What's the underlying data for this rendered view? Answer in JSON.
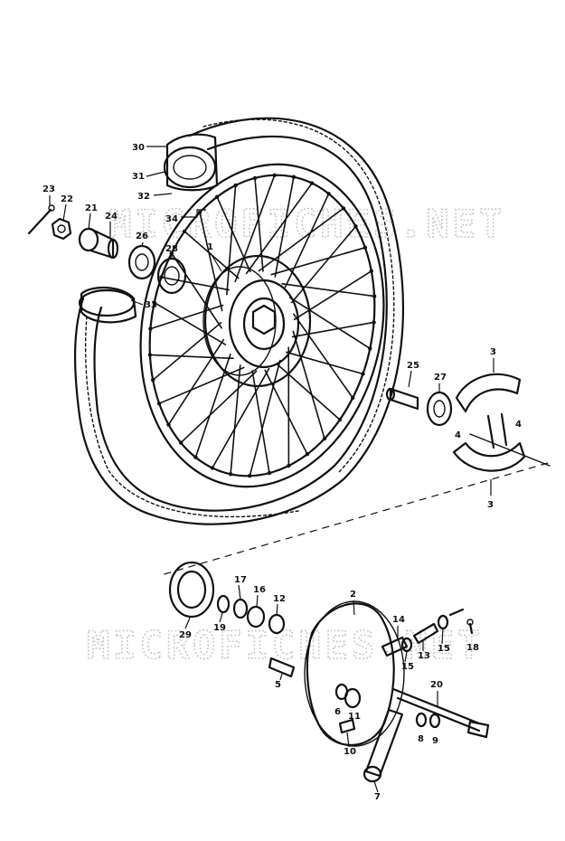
{
  "watermark": {
    "text_top": "MICROFICHES.NET",
    "text_bottom": "MICROFICHES.NET"
  },
  "callouts": [
    {
      "id": "p30",
      "label": "30"
    },
    {
      "id": "p31",
      "label": "31"
    },
    {
      "id": "p32",
      "label": "32"
    },
    {
      "id": "p34",
      "label": "34"
    },
    {
      "id": "p23",
      "label": "23"
    },
    {
      "id": "p22",
      "label": "22"
    },
    {
      "id": "p21",
      "label": "21"
    },
    {
      "id": "p24",
      "label": "24"
    },
    {
      "id": "p26",
      "label": "26"
    },
    {
      "id": "p28",
      "label": "28"
    },
    {
      "id": "p1",
      "label": "1"
    },
    {
      "id": "p33",
      "label": "33"
    },
    {
      "id": "p25",
      "label": "25"
    },
    {
      "id": "p27",
      "label": "27"
    },
    {
      "id": "p3a",
      "label": "3"
    },
    {
      "id": "p4a",
      "label": "4"
    },
    {
      "id": "p4b",
      "label": "4"
    },
    {
      "id": "p3b",
      "label": "3"
    },
    {
      "id": "p29",
      "label": "29"
    },
    {
      "id": "p17",
      "label": "17"
    },
    {
      "id": "p16",
      "label": "16"
    },
    {
      "id": "p12",
      "label": "12"
    },
    {
      "id": "p19",
      "label": "19"
    },
    {
      "id": "p2",
      "label": "2"
    },
    {
      "id": "p14",
      "label": "14"
    },
    {
      "id": "p13",
      "label": "13"
    },
    {
      "id": "p15a",
      "label": "15"
    },
    {
      "id": "p15b",
      "label": "15"
    },
    {
      "id": "p18",
      "label": "18"
    },
    {
      "id": "p5",
      "label": "5"
    },
    {
      "id": "p6",
      "label": "6"
    },
    {
      "id": "p11",
      "label": "11"
    },
    {
      "id": "p20",
      "label": "20"
    },
    {
      "id": "p8",
      "label": "8"
    },
    {
      "id": "p9",
      "label": "9"
    },
    {
      "id": "p10",
      "label": "10"
    },
    {
      "id": "p7",
      "label": "7"
    }
  ]
}
